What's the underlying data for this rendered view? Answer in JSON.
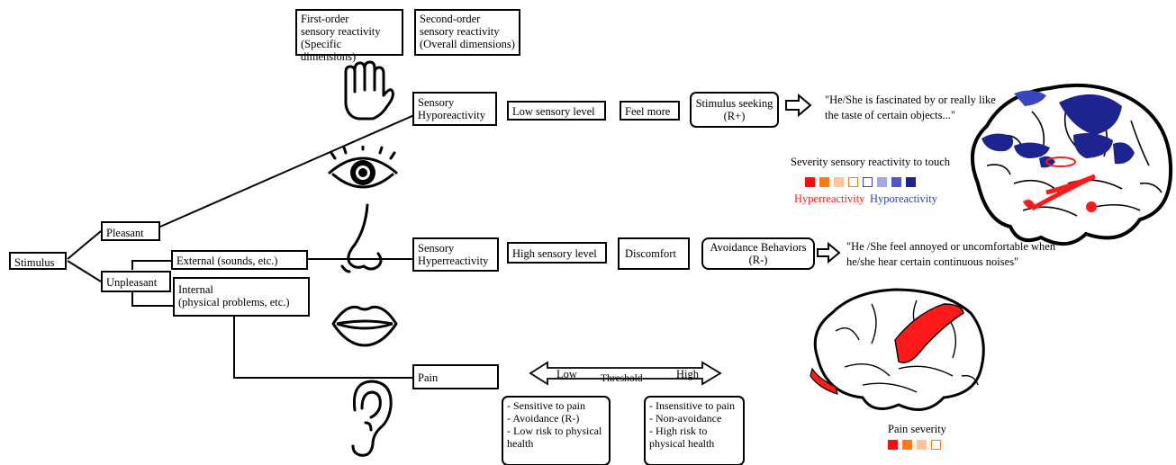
{
  "header": {
    "first_order": "First-order\nsensory reactivity\n(Specific dimensions)",
    "second_order": "Second-order\nsensory reactivity\n(Overall dimensions)"
  },
  "stimulus": {
    "root": "Stimulus",
    "pleasant": "Pleasant",
    "unpleasant": "Unpleasant",
    "external": "External (sounds, etc.)",
    "internal": "Internal\n(physical problems, etc.)"
  },
  "hypo_row": {
    "type": "Sensory\nHyporeactivity",
    "level": "Low sensory level",
    "feeling": "Feel more",
    "behavior": "Stimulus seeking\n(R+)",
    "quote": "\"He/She is fascinated by or really like\nthe taste of certain objects...\""
  },
  "hyper_row": {
    "type": "Sensory\nHyperreactivity",
    "level": "High sensory level",
    "feeling": "Discomfort",
    "behavior": "Avoidance Behaviors\n(R-)",
    "quote": "\"He /She feel annoyed or uncomfortable when\nhe/she hear certain continuous noises\""
  },
  "pain_row": {
    "type": "Pain",
    "threshold_low": "Low",
    "threshold_label": "Threshold",
    "threshold_high": "High",
    "low_outcomes": "- Sensitive to pain\n- Avoidance (R-)\n- Low risk to physical\nhealth",
    "high_outcomes": "- Insensitive to pain\n- Non-avoidance\n- High risk to\nphysical health"
  },
  "touch_legend": {
    "title": "Severity sensory reactivity to touch",
    "hyper_label": "Hyperreactivity",
    "hypo_label": "Hyporeactivity",
    "colors": [
      "#ff0d0d",
      "#ff7a12",
      "#ffc49a",
      "#ffffff",
      "#ffffff",
      "#a5a8e0",
      "#5258c8",
      "#1d248f"
    ],
    "borders": [
      "#ff0d0d",
      "#ff7a12",
      "#ffc49a",
      "#ff7a12",
      "#3b44c0",
      "#a5a8e0",
      "#5258c8",
      "#1d248f"
    ],
    "hyper_color": "#ff1a1a",
    "hypo_color": "#2b3cc0"
  },
  "pain_legend": {
    "title": "Pain severity",
    "colors": [
      "#ff0d0d",
      "#ff7a12",
      "#ffc49a",
      "#ffffff"
    ],
    "borders": [
      "#ff0d0d",
      "#ff7a12",
      "#ffc49a",
      "#ff7a12"
    ]
  },
  "icons": [
    "hand-icon",
    "eye-icon",
    "nose-icon",
    "mouth-icon",
    "ear-icon",
    "brain-hypo-hyper-icon",
    "brain-pain-icon"
  ]
}
